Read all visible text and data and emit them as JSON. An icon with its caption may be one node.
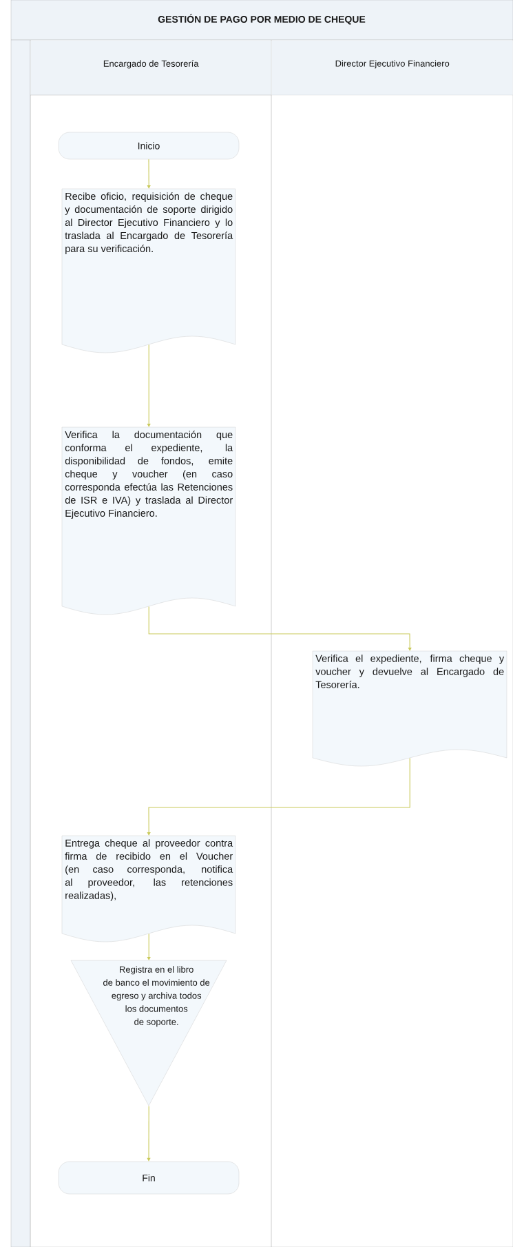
{
  "diagram": {
    "title": "GESTIÓN DE PAGO POR MEDIO DE CHEQUE",
    "nodes": [
      {
        "text": [
          "Encargado de Tesorería"
        ]
      },
      {
        "text": [
          "Director Ejecutivo Financiero"
        ]
      },
      {
        "text": [
          "Inicio"
        ],
        "in": 0
      },
      {
        "text": [
          "Recibe oficio, requisición de cheque y documentación de soporte dirigido al Director Ejecutivo Financiero y lo traslada al Encargado de Tesorería para su verificación."
        ],
        "in": 0
      },
      {
        "text": [
          "Verifica la documentación que conforma el expediente, la disponibilidad de fondos, emite cheque y voucher (en caso corresponda efectúa las Retenciones de ISR e IVA) y traslada al Director Ejecutivo Financiero."
        ],
        "in": 0
      },
      {
        "text": [
          "Verifica el expediente, firma cheque y voucher y devuelve al Encargado de Tesorería."
        ],
        "in": 1
      },
      {
        "text": [
          "Entrega cheque al proveedor contra firma de recibido en el Voucher (en caso corresponda, notifica al proveedor, las retenciones realizadas),"
        ],
        "in": 0
      },
      {
        "text": [
          "Registra en el libro de banco el movimiento de egreso y archiva todos los documentos de soporte."
        ],
        "in": 0
      },
      {
        "text": [
          "Fin"
        ],
        "in": 0
      }
    ],
    "edges": [
      {
        "from": 2,
        "to": 3,
        "arrow": "to"
      },
      {
        "from": 3,
        "to": 4,
        "arrow": "to"
      },
      {
        "from": 4,
        "to": 5,
        "arrow": "to"
      },
      {
        "from": 5,
        "to": 6,
        "arrow": "to"
      },
      {
        "from": 6,
        "to": 7,
        "arrow": "to"
      },
      {
        "from": 7,
        "to": 8,
        "arrow": "to"
      }
    ]
  }
}
